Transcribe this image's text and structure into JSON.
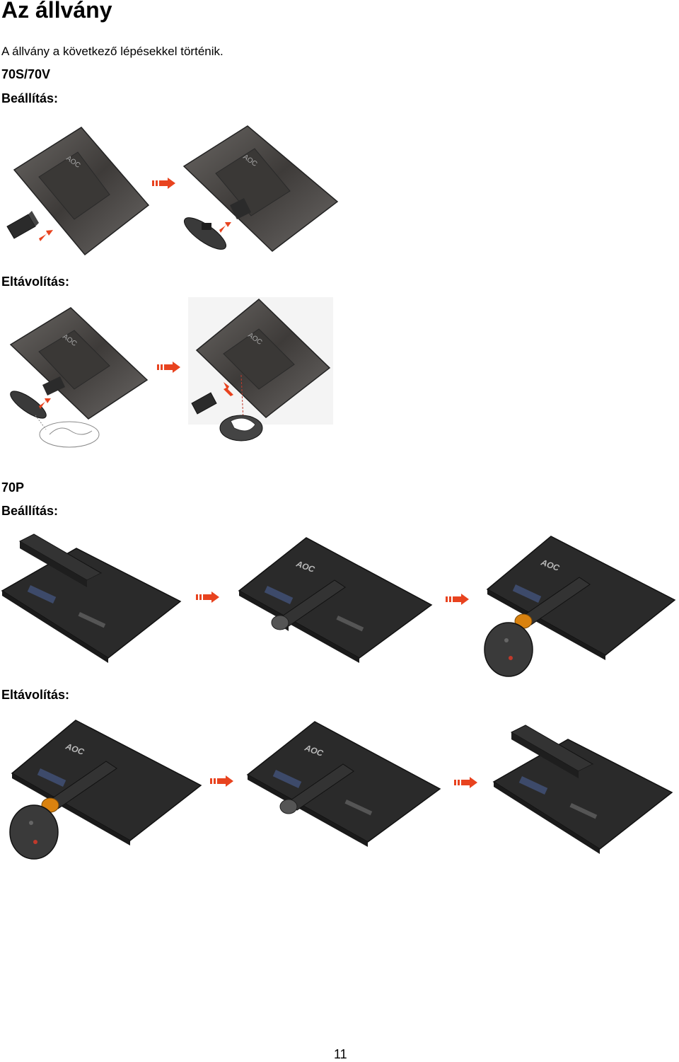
{
  "title": "Az állvány",
  "intro": "A állvány a következő lépésekkel történik.",
  "model_70s": "70S/70V",
  "model_70s_install": "Beállítás:",
  "model_70s_remove": "Eltávolítás:",
  "model_70p": "70P",
  "model_70p_install": "Beállítás:",
  "model_70p_remove": "Eltávolítás:",
  "logo_text": "AOC",
  "page_number": "11",
  "colors": {
    "arrow": "#e8431f",
    "monitor_dark": "#2a2a2a",
    "monitor_grey": "#4a4744",
    "accent_orange": "#d9820f",
    "marker_red": "#c0392b"
  },
  "icons": [
    "step-arrow-icon",
    "insert-arrow-icon"
  ]
}
